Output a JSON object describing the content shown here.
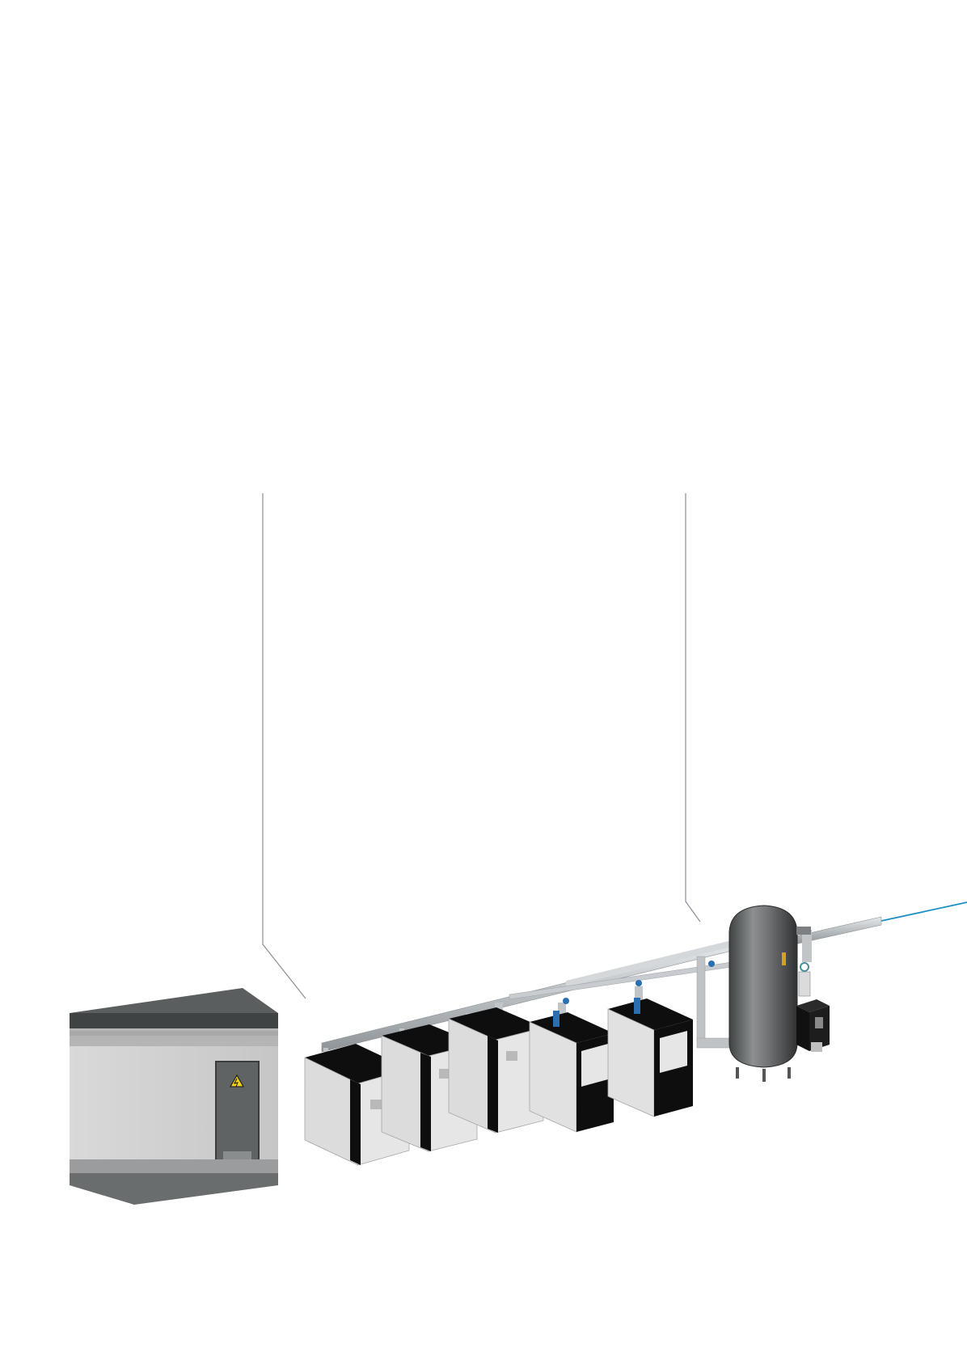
{
  "diagram": {
    "title": "",
    "components": [
      {
        "id": "substation",
        "icon": "transformer-station"
      },
      {
        "id": "compressor-1",
        "icon": "compressor-unit"
      },
      {
        "id": "compressor-2",
        "icon": "compressor-unit"
      },
      {
        "id": "compressor-3",
        "icon": "compressor-unit"
      },
      {
        "id": "dryer-1",
        "icon": "dryer-unit"
      },
      {
        "id": "dryer-2",
        "icon": "dryer-unit"
      },
      {
        "id": "receiver-tank",
        "icon": "pressure-vessel"
      },
      {
        "id": "condensate-unit",
        "icon": "oil-water-separator"
      }
    ],
    "callouts": [
      {
        "id": "left",
        "color": "#8a9096"
      },
      {
        "id": "right",
        "color": "#8a9096"
      },
      {
        "id": "outlet",
        "color": "#1a8fc4"
      }
    ],
    "colors": {
      "building_wall": "#cfcfcf",
      "building_roof": "#4d5152",
      "unit_front": "#dcdcdc",
      "unit_panel": "#0e0e0e",
      "pipe": "#b9bec2",
      "tank": "#6d6f70",
      "warning": "#f2d21b"
    }
  }
}
